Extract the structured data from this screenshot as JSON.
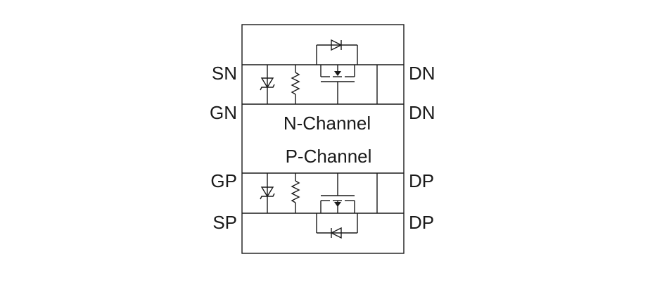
{
  "pins": {
    "left": {
      "sn": "SN",
      "gn": "GN",
      "gp": "GP",
      "sp": "SP"
    },
    "right": {
      "dn_1": "DN",
      "dn_2": "DN",
      "dp_1": "DP",
      "dp_2": "DP"
    }
  },
  "channels": {
    "n": "N-Channel",
    "p": "P-Channel"
  }
}
